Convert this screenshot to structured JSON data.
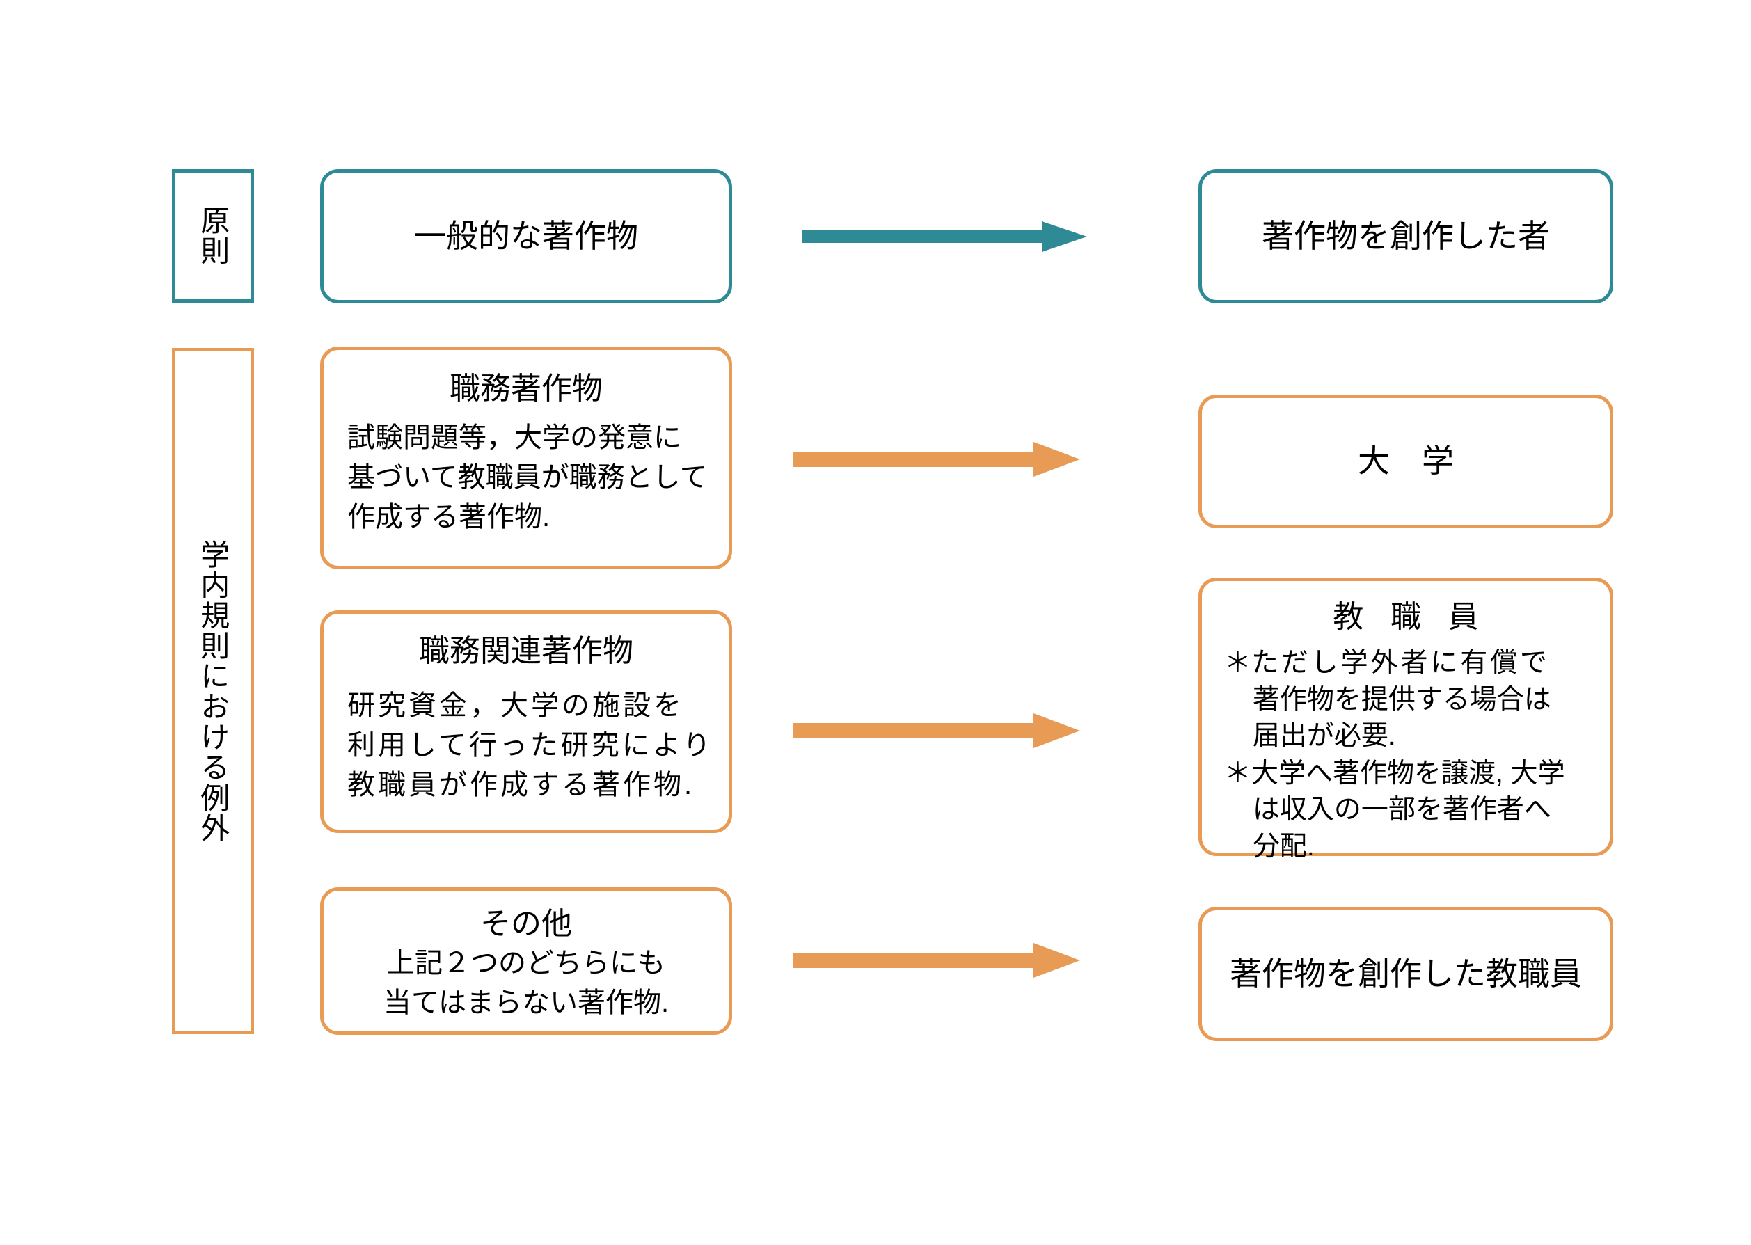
{
  "colors": {
    "teal": "#2E8B95",
    "orange": "#E89B55",
    "text": "#000000",
    "background": "#FFFFFF"
  },
  "categories": {
    "principle": "原則",
    "exception": "学内規則における例外"
  },
  "left_column": {
    "general_work": {
      "title": "一般的な著作物"
    },
    "work_made_for_hire": {
      "title": "職務著作物",
      "body_lines": [
        "試験問題等，大学の発意に",
        "基づいて教職員が職務として",
        "作成する著作物."
      ]
    },
    "duty_related_work": {
      "title": "職務関連著作物",
      "body_lines": [
        "研究資金，大学の施設を",
        "利用して行った研究により",
        "教職員が作成する著作物."
      ]
    },
    "other_work": {
      "title": "その他",
      "body_lines": [
        "上記２つのどちらにも",
        "当てはまらない著作物."
      ]
    }
  },
  "right_column": {
    "creator": {
      "title": "著作物を創作した者"
    },
    "university": {
      "title": "大　学"
    },
    "faculty_staff": {
      "title": "教 職 員",
      "notes": [
        {
          "marker": "＊",
          "lines": [
            "ただし学外者に有償で",
            "著作物を提供する場合は",
            "届出が必要."
          ]
        },
        {
          "marker": "＊",
          "lines": [
            "大学へ著作物を譲渡, 大学",
            "は収入の一部を著作者へ",
            "分配."
          ]
        }
      ]
    },
    "creator_staff": {
      "title": "著作物を創作した教職員"
    }
  },
  "arrows": [
    {
      "name": "arrow-general-to-creator",
      "color": "#2E8B95"
    },
    {
      "name": "arrow-hire-to-university",
      "color": "#E89B55"
    },
    {
      "name": "arrow-duty-to-staff",
      "color": "#E89B55"
    },
    {
      "name": "arrow-other-to-creator-staff",
      "color": "#E89B55"
    }
  ]
}
